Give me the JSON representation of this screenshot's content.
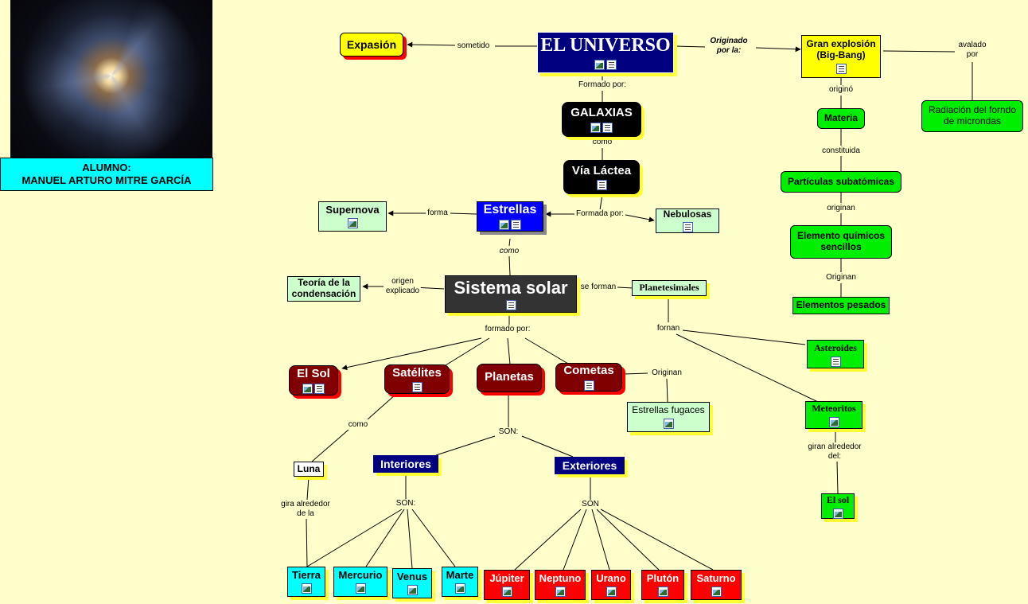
{
  "student": {
    "label": "ALUMNO:",
    "name": "MANUEL ARTURO MITRE GARCÍA"
  },
  "image": {
    "subject": "spiral-galaxy-photo"
  },
  "nodes": {
    "expansion": "Expasión",
    "universo": "EL UNIVERSO",
    "gran_explosion": "Gran explosión\n(Big-Bang)",
    "radiacion": "Radiación del forndo\nde microndas",
    "galaxias": "GALAXIAS",
    "via_lactea": "Vía Láctea",
    "materia": "Materia",
    "particulas": "Partículas subatómicas",
    "elementos_quimicos": "Elemento químicos\nsencillos",
    "elementos_pesados": "Elementos pesados",
    "supernova": "Supernova",
    "estrellas": "Estrellas",
    "nebulosas": "Nebulosas",
    "teoria": "Teoría de la\ncondensación",
    "sistema_solar": "Sistema solar",
    "planetesimales": "Planetesimales",
    "asteroides": "Asteroides",
    "meteoritos": "Meteoritos",
    "el_sol_meteoro": "El sol",
    "el_sol": "El Sol",
    "satelites": "Satélites",
    "planetas": "Planetas",
    "cometas": "Cometas",
    "estrellas_fugaces": "Estrellas fugaces",
    "luna": "Luna",
    "interiores": "Interiores",
    "exteriores": "Exteriores",
    "tierra": "Tierra",
    "mercurio": "Mercurio",
    "venus": "Venus",
    "marte": "Marte",
    "jupiter": "Júpiter",
    "neptuno": "Neptuno",
    "urano": "Urano",
    "pluton": "Plutón",
    "saturno": "Saturno"
  },
  "links": {
    "sometido": "sometido",
    "originado": "Originado\npor la:",
    "avalado": "avalado\npor",
    "formado_por": "Formado por:",
    "origino": "originó",
    "como1": "como",
    "constituida": "constituida",
    "forma": "forma",
    "formada_por": "Formada por:",
    "originan": "originan",
    "como2": "como",
    "originan2": "Originan",
    "origen_explicado": "origen\nexplicado",
    "se_forman": "se forman",
    "formado_por2": "formado por:",
    "fornan": "fornan",
    "originan3": "Originan",
    "como3": "como",
    "son1": "SON:",
    "giran": "giran alrededor\ndel:",
    "gira": "gira alrededor\nde la",
    "son2": "SON:",
    "son3": "SON"
  },
  "colors": {
    "background": "#ffffcc",
    "yellow": "#ffff00",
    "navy": "#000080",
    "black": "#000000",
    "green": "#00ee00",
    "light_green": "#ccffcc",
    "blue": "#0000ff",
    "dark_red": "#800000",
    "red": "#ff0000",
    "cyan": "#00ffff",
    "dark_gray": "#333333"
  }
}
